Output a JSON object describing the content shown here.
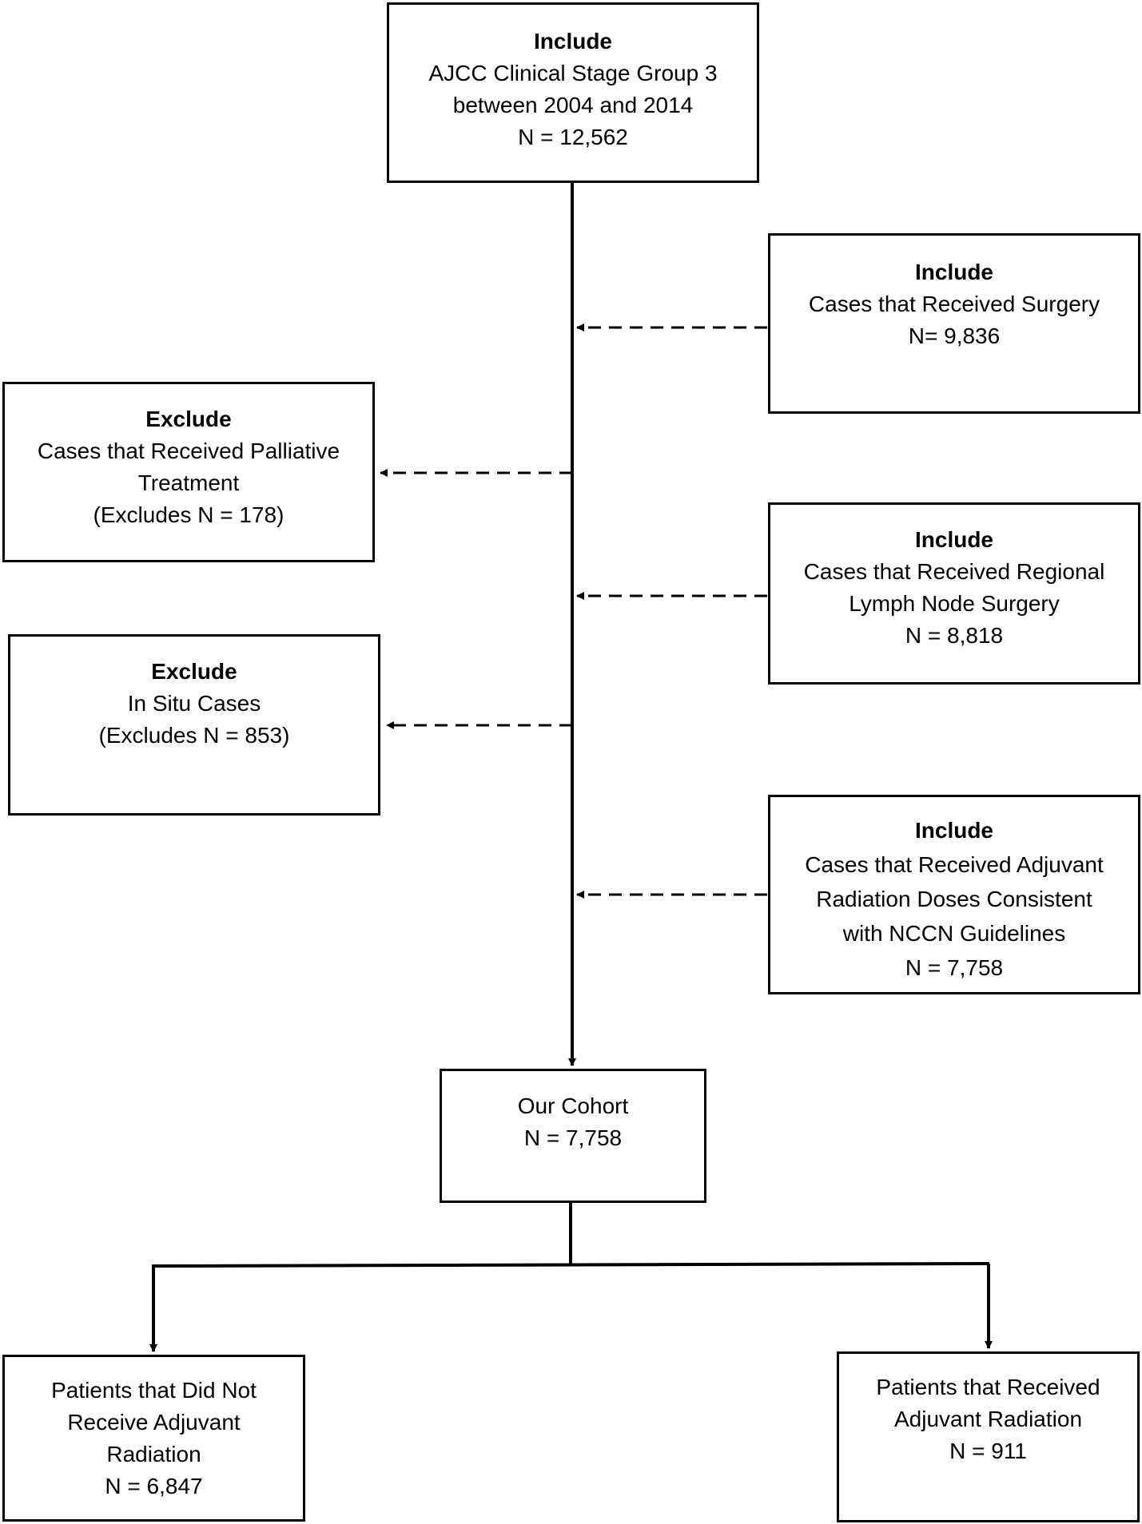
{
  "boxes": {
    "start": {
      "heading": "Include",
      "lines": [
        "AJCC Clinical Stage Group 3",
        "between 2004 and 2014",
        "N = 12,562"
      ]
    },
    "inc_surgery": {
      "heading": "Include",
      "lines": [
        "Cases that Received Surgery",
        "N= 9,836"
      ]
    },
    "exc_palliative": {
      "heading": "Exclude",
      "lines": [
        "Cases that Received Palliative",
        "Treatment",
        "(Excludes N = 178)"
      ]
    },
    "inc_lymph": {
      "heading": "Include",
      "lines": [
        "Cases that Received Regional",
        "Lymph Node Surgery",
        "N = 8,818"
      ]
    },
    "exc_insitu": {
      "heading": "Exclude",
      "lines": [
        "In Situ Cases",
        "(Excludes N = 853)"
      ]
    },
    "inc_radiation": {
      "heading": "Include",
      "lines": [
        "Cases that Received Adjuvant",
        "Radiation Doses Consistent",
        "with NCCN Guidelines",
        "N = 7,758"
      ]
    },
    "cohort": {
      "lines": [
        "Our Cohort",
        "N = 7,758"
      ]
    },
    "no_radiation": {
      "lines": [
        "Patients that Did Not",
        "Receive Adjuvant",
        "Radiation",
        "N = 6,847"
      ]
    },
    "radiation": {
      "lines": [
        "Patients that Received",
        "Adjuvant Radiation",
        "N = 911"
      ]
    }
  }
}
